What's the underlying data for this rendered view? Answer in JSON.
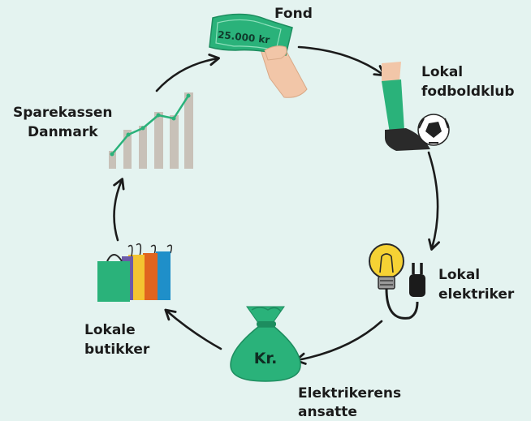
{
  "nodes": {
    "fond": {
      "lines": [
        "Fond"
      ],
      "banknote_text": "25.000 kr"
    },
    "fodboldklub": {
      "lines": [
        "Lokal",
        "fodboldklub"
      ]
    },
    "elektriker": {
      "lines": [
        "Lokal",
        "elektriker"
      ]
    },
    "ansatte": {
      "lines": [
        "Elektrikerens",
        "ansatte"
      ],
      "bag_text": "Kr."
    },
    "butikker": {
      "lines": [
        "Lokale",
        "butikker"
      ]
    },
    "sparekassen": {
      "lines": [
        "Sparekassen",
        "Danmark"
      ]
    }
  },
  "colors": {
    "background": "#e4f3f0",
    "green": "#2ab27a",
    "arrow": "#1b1b1b",
    "bar": "#c8c1b8",
    "lamp_yellow": "#f6d234"
  },
  "icons": [
    "banknote-hand-icon",
    "football-boot-icon",
    "lightbulb-plug-icon",
    "money-bag-icon",
    "shopping-bags-icon",
    "growth-chart-icon"
  ]
}
